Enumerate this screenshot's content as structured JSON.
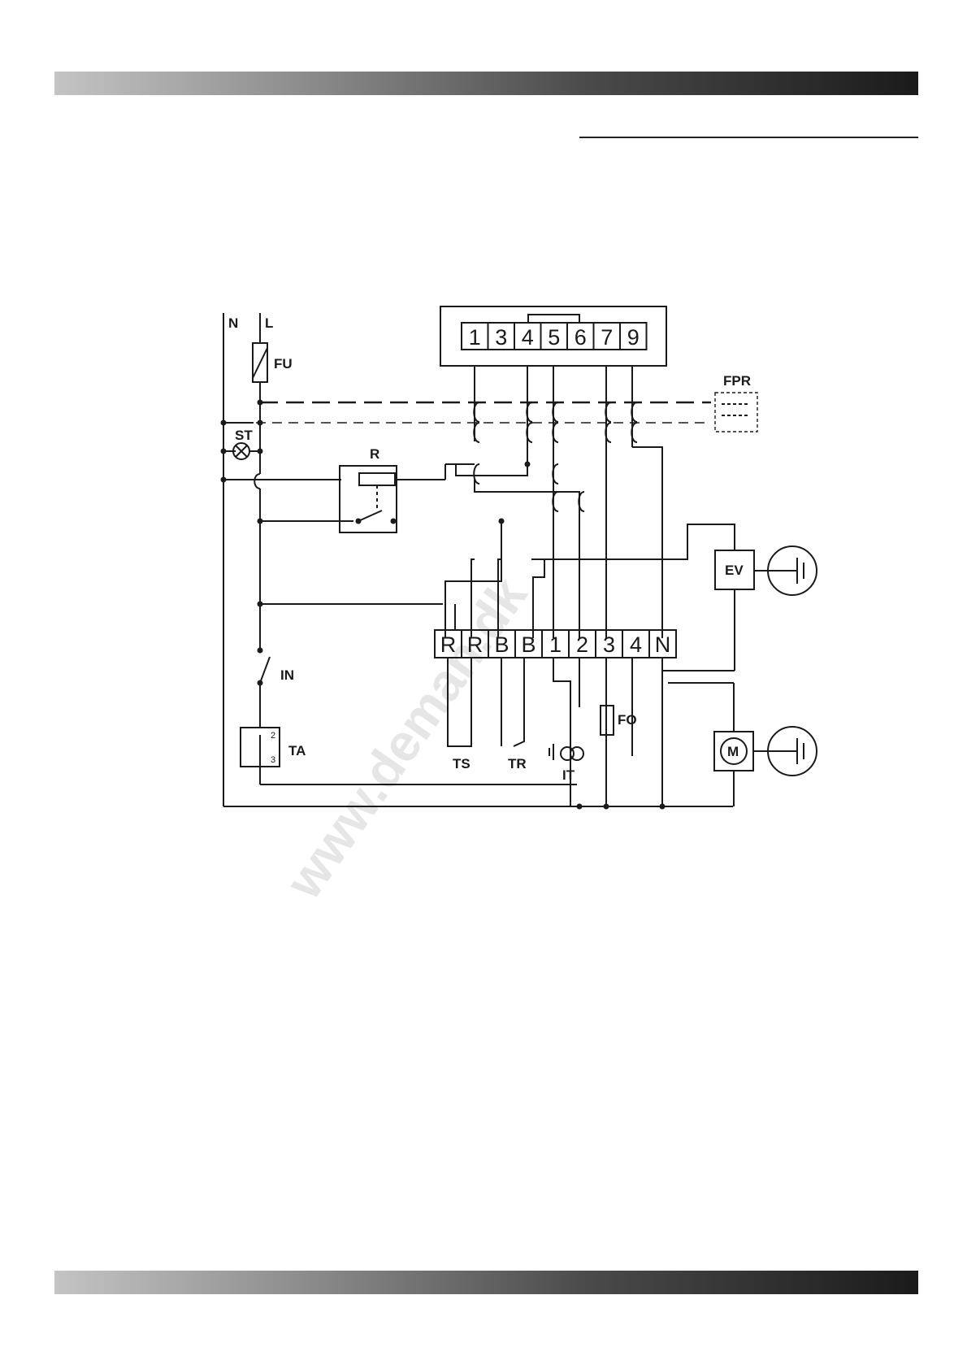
{
  "watermark": "www.deman.dk",
  "labels": {
    "n": "N",
    "l": "L",
    "fu": "FU",
    "st": "ST",
    "r": "R",
    "fpr": "FPR",
    "ev": "EV",
    "in": "IN",
    "ta": "TA",
    "ta_pin_2": "2",
    "ta_pin_3": "3",
    "ts": "TS",
    "tr": "TR",
    "it": "IT",
    "fo": "FO",
    "m": "M"
  },
  "top_terminal_block": [
    "1",
    "3",
    "4",
    "5",
    "6",
    "7",
    "9"
  ],
  "bottom_terminal_block": [
    "R",
    "R",
    "B",
    "B",
    "1",
    "2",
    "3",
    "4",
    "N"
  ]
}
